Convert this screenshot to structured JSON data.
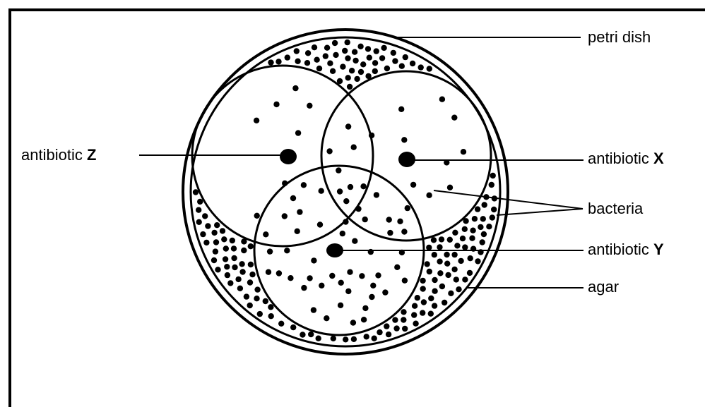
{
  "labels": {
    "petri_dish": "petri dish",
    "antibiotic_word": "antibiotic",
    "antibiotic_z_letter": "Z",
    "antibiotic_x_letter": "X",
    "antibiotic_y_letter": "Y",
    "bacteria": "bacteria",
    "agar": "agar"
  },
  "colors": {
    "line": "#000000",
    "background": "#ffffff"
  }
}
